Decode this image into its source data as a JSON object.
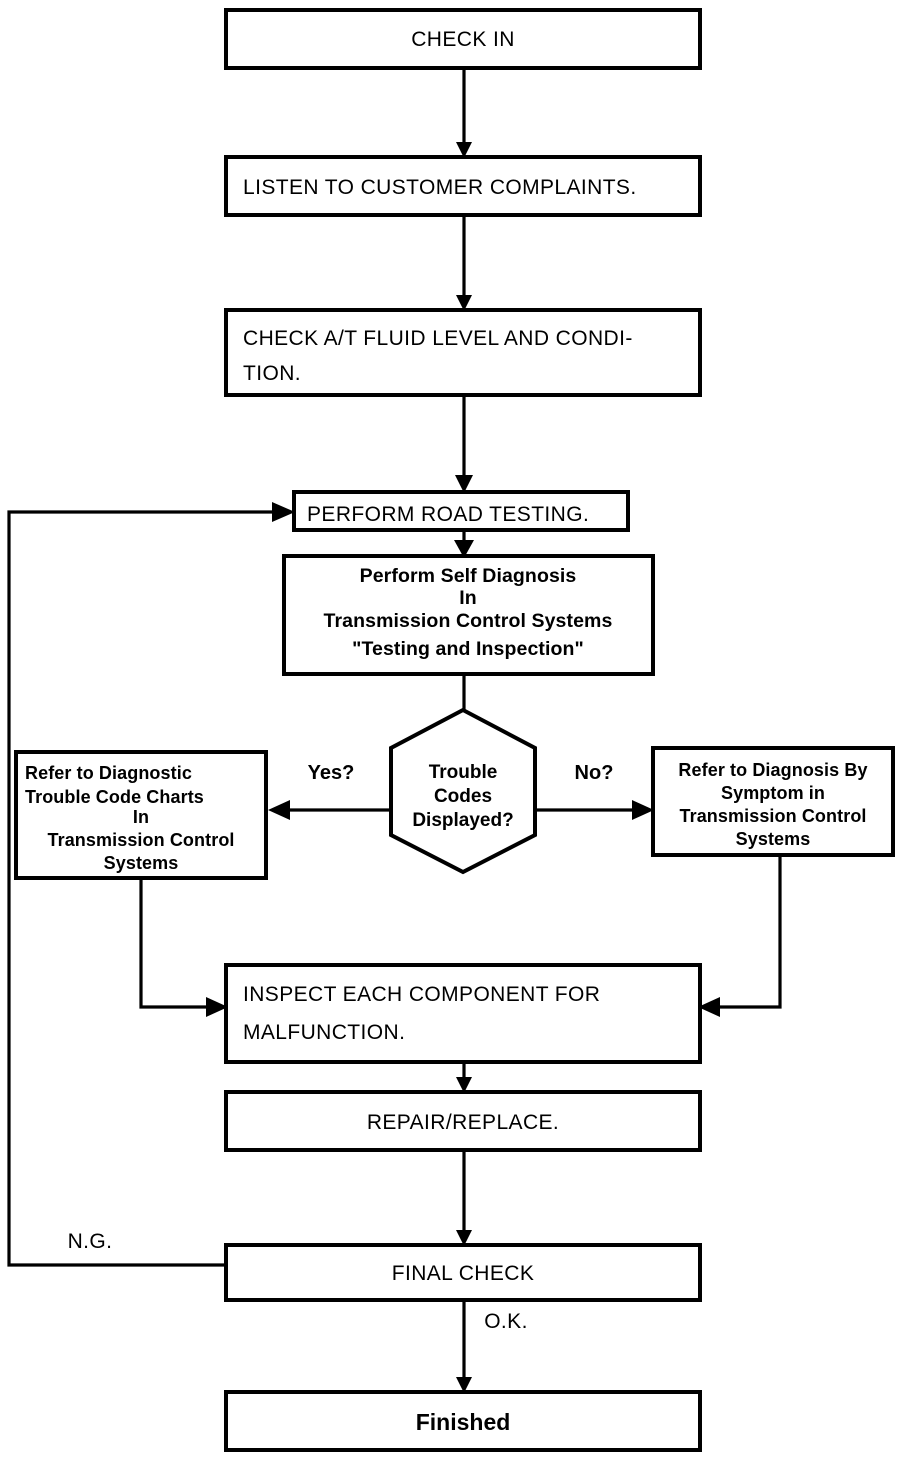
{
  "diagram": {
    "title": "A/T Diagnostic Flow Chart",
    "type": "flowchart",
    "background_color": "#ffffff",
    "line_color": "#000000"
  },
  "nodes": {
    "check_in": {
      "label": "CHECK IN",
      "shape": "rectangle",
      "align": "center"
    },
    "listen": {
      "label": "LISTEN TO CUSTOMER COMPLAINTS.",
      "shape": "rectangle",
      "align": "left"
    },
    "fluid_line1": "CHECK A/T FLUID LEVEL AND CONDI-",
    "fluid_line2": "TION.",
    "road_test": {
      "label": "PERFORM ROAD TESTING.",
      "shape": "rectangle",
      "align": "left"
    },
    "self_diag": {
      "line1": "Perform Self Diagnosis",
      "line2": "In",
      "line3": "Transmission Control Systems",
      "line4": "\"Testing and Inspection\""
    },
    "decision": {
      "line1": "Trouble",
      "line2": "Codes",
      "line3": "Displayed?",
      "shape": "hexagon"
    },
    "refer_dtc": {
      "line1": "Refer to Diagnostic",
      "line2": "Trouble Code Charts",
      "line3": "In",
      "line4": "Transmission Control",
      "line5": "Systems"
    },
    "refer_symptom": {
      "line1": "Refer to Diagnosis By",
      "line2": "Symptom in",
      "line3": "Transmission Control",
      "line4": "Systems"
    },
    "inspect_line1": "INSPECT EACH COMPONENT FOR",
    "inspect_line2": "MALFUNCTION.",
    "repair": {
      "label": "REPAIR/REPLACE.",
      "shape": "rectangle",
      "align": "center"
    },
    "final_check": {
      "label": "FINAL CHECK",
      "shape": "rectangle",
      "align": "center"
    },
    "finished": {
      "label": "Finished",
      "shape": "rectangle",
      "align": "center"
    }
  },
  "edge_labels": {
    "yes": "Yes?",
    "no": "No?",
    "ng": "N.G.",
    "ok": "O.K."
  }
}
